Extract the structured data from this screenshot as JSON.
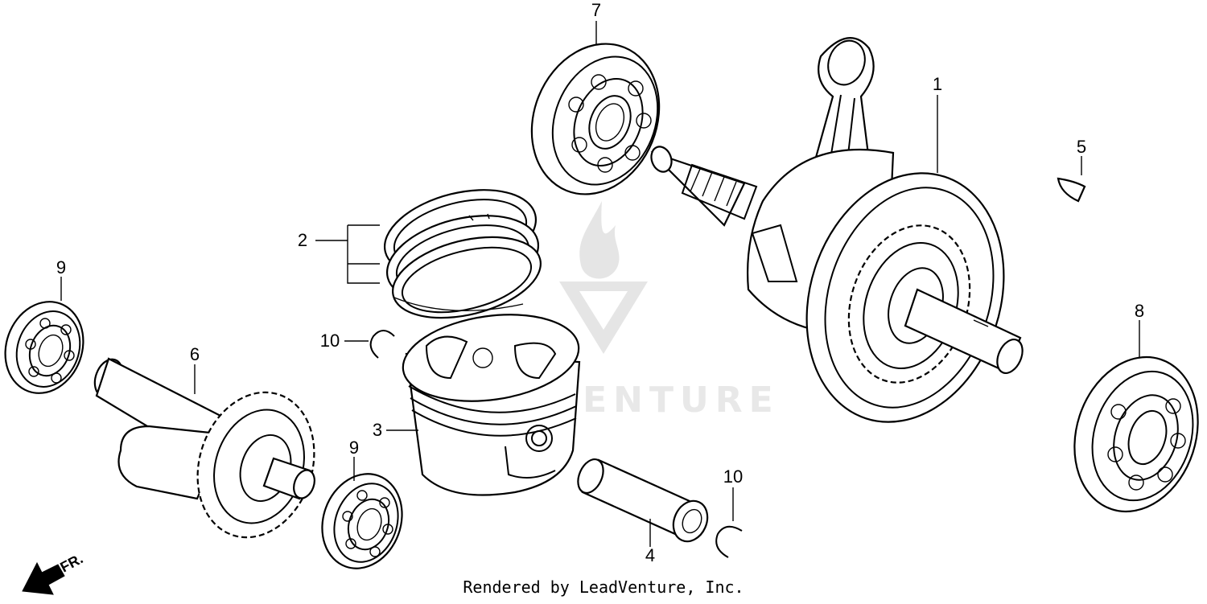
{
  "callouts": [
    {
      "id": "1",
      "text": "1"
    },
    {
      "id": "2",
      "text": "2"
    },
    {
      "id": "3",
      "text": "3"
    },
    {
      "id": "4",
      "text": "4"
    },
    {
      "id": "5",
      "text": "5"
    },
    {
      "id": "6",
      "text": "6"
    },
    {
      "id": "7",
      "text": "7"
    },
    {
      "id": "8",
      "text": "8"
    },
    {
      "id": "9a",
      "text": "9"
    },
    {
      "id": "9b",
      "text": "9"
    },
    {
      "id": "10a",
      "text": "10"
    },
    {
      "id": "10b",
      "text": "10"
    }
  ],
  "direction_marker": {
    "text": "FR."
  },
  "watermark": {
    "text": "LEADVENTURE"
  },
  "footer": {
    "text": "Rendered by LeadVenture, Inc."
  }
}
